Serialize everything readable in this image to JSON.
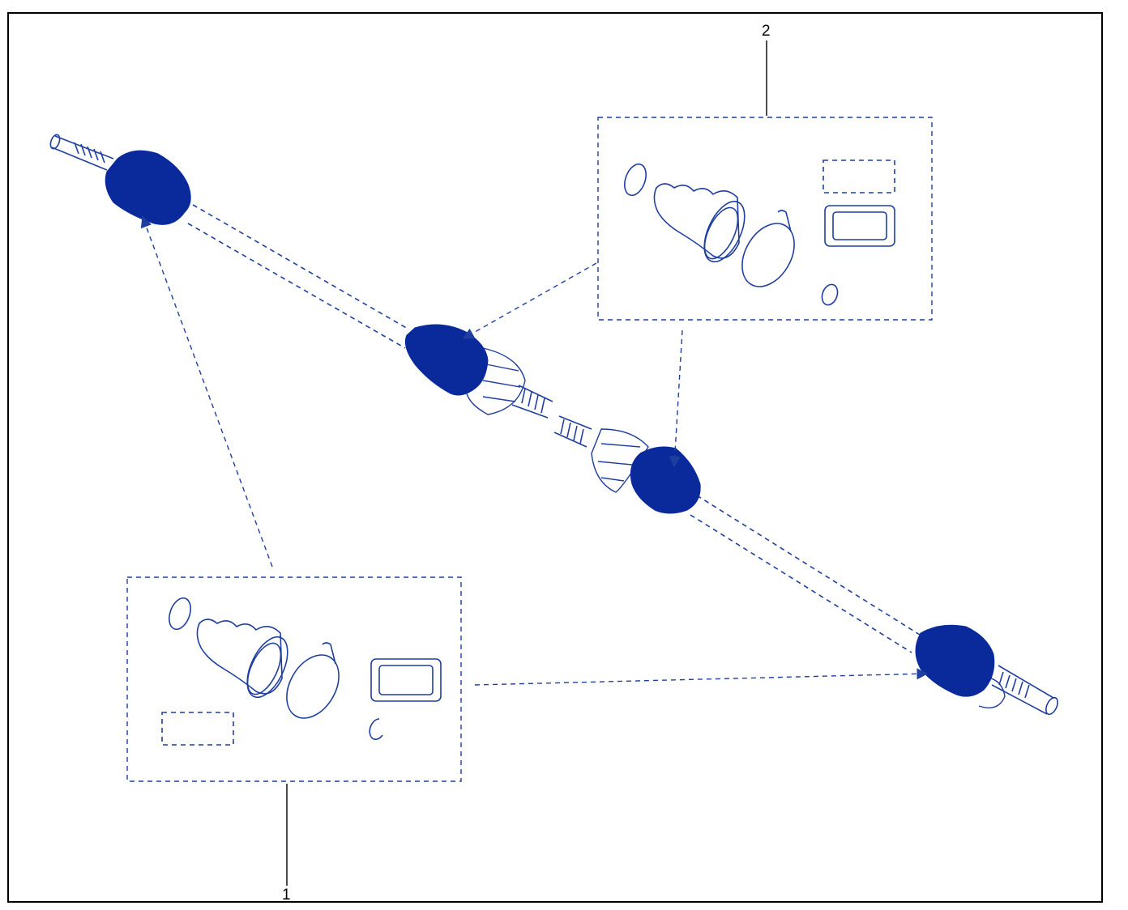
{
  "callouts": [
    {
      "id": "1",
      "label": "1"
    },
    {
      "id": "2",
      "label": "2"
    }
  ],
  "colors": {
    "line": "#1f3fa0",
    "fill": "#0a2a9c",
    "frame": "#000000"
  }
}
